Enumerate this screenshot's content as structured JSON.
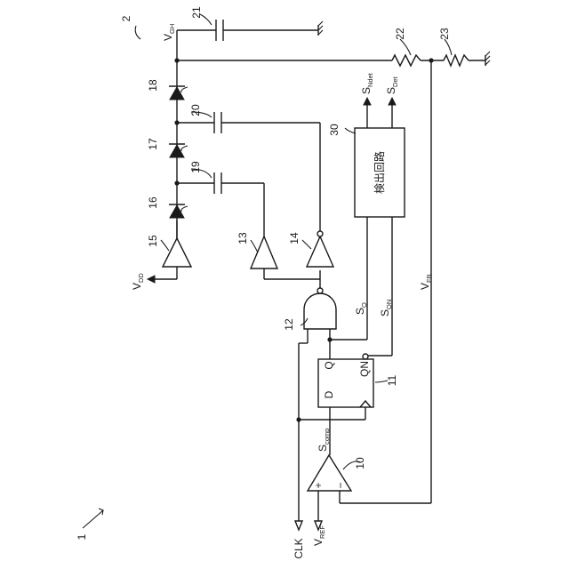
{
  "figure": {
    "ref_main": "1",
    "ref_sub": "2"
  },
  "components": {
    "comparator": "10",
    "flipflop": "11",
    "nand_gate": "12",
    "buffer_13": "13",
    "inverter_14": "14",
    "buffer_15": "15",
    "diode_16": "16",
    "diode_17": "17",
    "diode_18": "18",
    "cap_19": "19",
    "cap_20": "20",
    "cap_21": "21",
    "resistor_22": "22",
    "resistor_23": "23",
    "detector": "30"
  },
  "detector_label": "検出回路",
  "flipflop_pins": {
    "d": "D",
    "q": "Q",
    "qn": "QN"
  },
  "comparator_pins": {
    "plus": "+",
    "minus": "−"
  },
  "signals": {
    "clk": "CLK",
    "vref": {
      "main": "V",
      "sub": "REF"
    },
    "vdd": {
      "main": "V",
      "sub": "DD"
    },
    "vgh": {
      "main": "V",
      "sub": "GH"
    },
    "vfb": {
      "main": "V",
      "sub": "FB"
    },
    "scomp": {
      "main": "S",
      "sub": "comp"
    },
    "sq": {
      "main": "S",
      "sub": "Q"
    },
    "sqn": {
      "main": "S",
      "sub": "QN"
    },
    "sndet": {
      "main": "S",
      "sub": "Ndet"
    },
    "sdet": {
      "main": "S",
      "sub": "Det"
    }
  }
}
